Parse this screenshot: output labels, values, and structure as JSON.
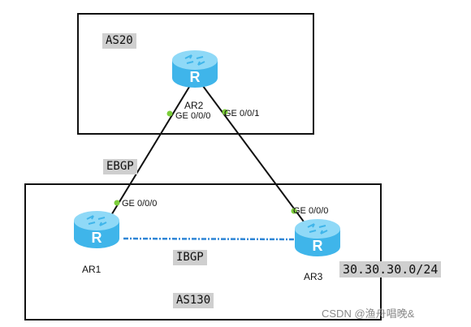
{
  "autonomous_systems": {
    "top": {
      "label": "AS20"
    },
    "bottom": {
      "label": "AS130"
    }
  },
  "routers": {
    "ar1": {
      "name": "AR1",
      "port": "GE 0/0/0"
    },
    "ar2": {
      "name": "AR2",
      "port_left": "GE 0/0/0",
      "port_right": "GE 0/0/1"
    },
    "ar3": {
      "name": "AR3",
      "port": "GE 0/0/0"
    }
  },
  "links": {
    "ebgp": {
      "label": "EBGP"
    },
    "ibgp": {
      "label": "IBGP"
    }
  },
  "prefix": {
    "label": "30.30.30.0/24"
  },
  "watermark": {
    "text": "CSDN @渔舟唱晚&"
  },
  "colors": {
    "router_body": "#3fb5ea",
    "router_top": "#8fd9f7",
    "port_dot": "#7ccd3b",
    "ibgp_line": "#2f86d6",
    "label_bg": "#cfcfcf"
  }
}
